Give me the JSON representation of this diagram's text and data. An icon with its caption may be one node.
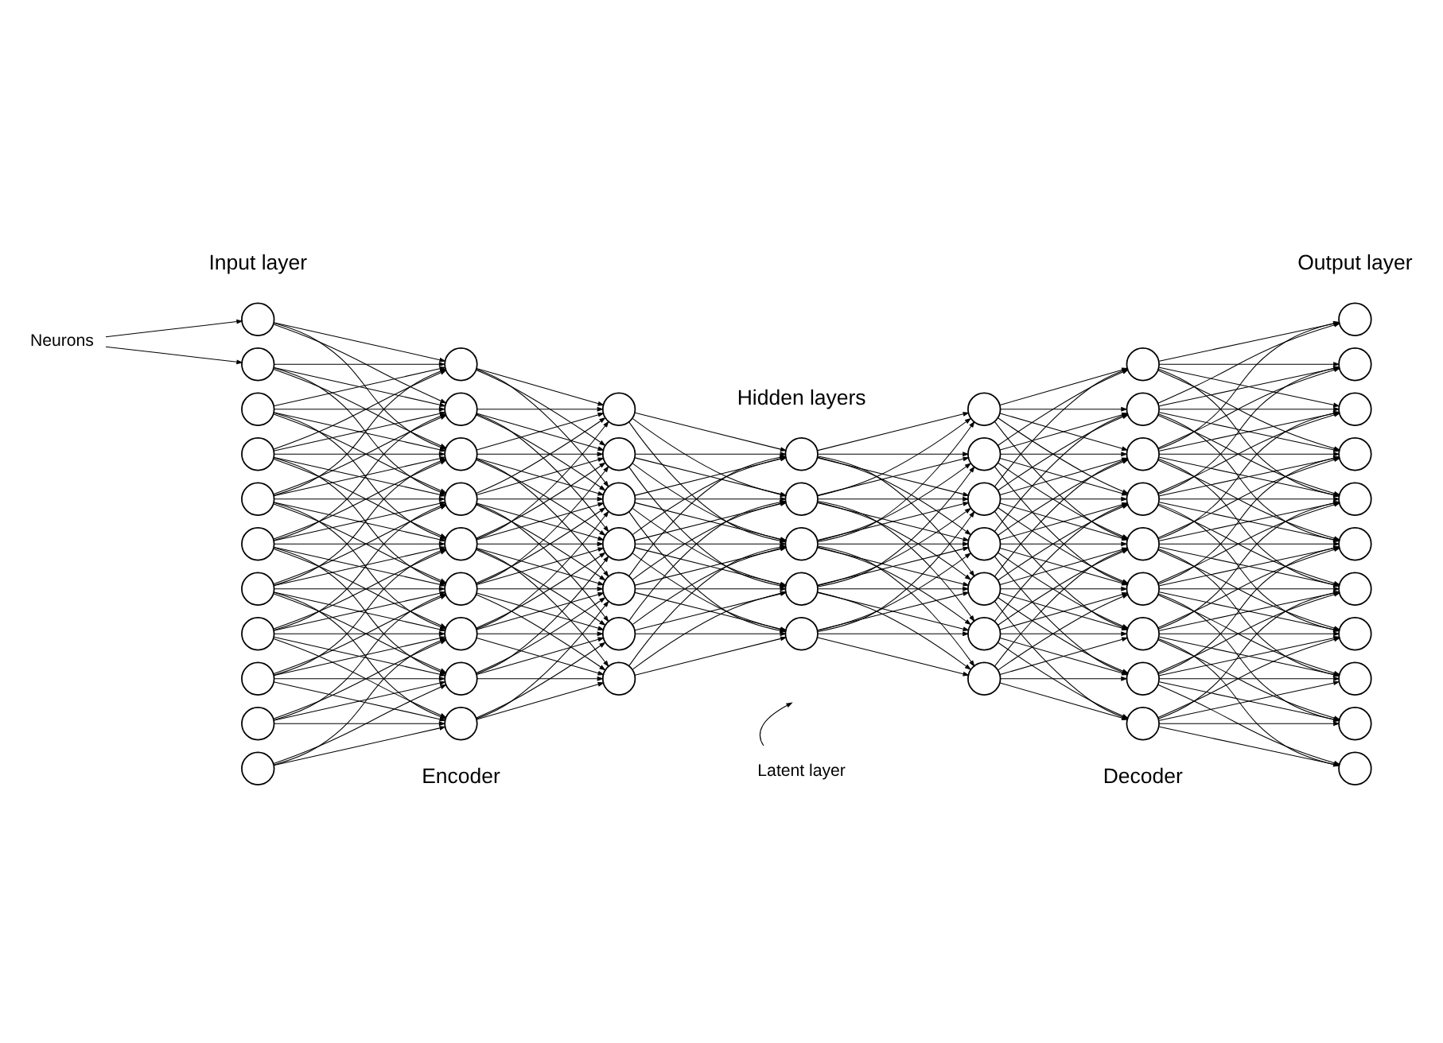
{
  "diagram": {
    "nodes": [
      {
        "text": [
          "Neurons"
        ]
      },
      {
        "text": [],
        "shape": "circle"
      },
      {
        "text": [],
        "shape": "circle"
      },
      {
        "text": [],
        "shape": "circle"
      },
      {
        "text": [],
        "shape": "circle"
      },
      {
        "text": [],
        "shape": "circle"
      },
      {
        "text": [],
        "shape": "circle"
      },
      {
        "text": [],
        "shape": "circle"
      },
      {
        "text": [],
        "shape": "circle"
      },
      {
        "text": [],
        "shape": "circle"
      },
      {
        "text": [],
        "shape": "circle"
      },
      {
        "text": [],
        "shape": "circle"
      },
      {
        "text": [],
        "shape": "circle"
      },
      {
        "text": [],
        "shape": "circle"
      },
      {
        "text": [],
        "shape": "circle"
      },
      {
        "text": [],
        "shape": "circle"
      },
      {
        "text": [],
        "shape": "circle"
      },
      {
        "text": [],
        "shape": "circle"
      },
      {
        "text": [],
        "shape": "circle"
      },
      {
        "text": [],
        "shape": "circle"
      },
      {
        "text": [],
        "shape": "circle"
      },
      {
        "text": [],
        "shape": "circle"
      },
      {
        "text": [],
        "shape": "circle"
      },
      {
        "text": [],
        "shape": "circle"
      },
      {
        "text": [],
        "shape": "circle"
      },
      {
        "text": [],
        "shape": "circle"
      },
      {
        "text": [],
        "shape": "circle"
      },
      {
        "text": [],
        "shape": "circle"
      },
      {
        "text": [],
        "shape": "circle"
      },
      {
        "text": [],
        "shape": "circle"
      },
      {
        "text": [],
        "shape": "circle"
      },
      {
        "text": [],
        "shape": "circle"
      },
      {
        "text": [],
        "shape": "circle"
      },
      {
        "text": [],
        "shape": "circle"
      },
      {
        "text": [],
        "shape": "circle"
      },
      {
        "text": [],
        "shape": "circle"
      },
      {
        "text": [],
        "shape": "circle"
      },
      {
        "text": [],
        "shape": "circle"
      },
      {
        "text": [],
        "shape": "circle"
      },
      {
        "text": [],
        "shape": "circle"
      },
      {
        "text": [],
        "shape": "circle"
      },
      {
        "text": [],
        "shape": "circle"
      },
      {
        "text": [],
        "shape": "circle"
      },
      {
        "text": [],
        "shape": "circle"
      },
      {
        "text": [],
        "shape": "circle"
      },
      {
        "text": [],
        "shape": "circle"
      },
      {
        "text": [],
        "shape": "circle"
      },
      {
        "text": [],
        "shape": "circle"
      },
      {
        "text": [],
        "shape": "circle"
      },
      {
        "text": [],
        "shape": "circle"
      },
      {
        "text": [],
        "shape": "circle"
      },
      {
        "text": [],
        "shape": "circle"
      },
      {
        "text": [],
        "shape": "circle"
      },
      {
        "text": [],
        "shape": "circle"
      },
      {
        "text": [],
        "shape": "circle"
      },
      {
        "text": [],
        "shape": "circle"
      },
      {
        "text": [],
        "shape": "circle"
      },
      {
        "text": [],
        "shape": "circle"
      },
      {
        "text": [],
        "shape": "circle"
      },
      {
        "text": [],
        "shape": "circle"
      },
      {
        "text": [
          "Latent layer"
        ]
      }
    ],
    "edges": [
      {
        "from": 0,
        "to": 1,
        "arrow": "to"
      },
      {
        "from": 0,
        "to": 2,
        "arrow": "to"
      },
      {
        "from": 1,
        "to": 12,
        "arrow": "to"
      },
      {
        "from": 1,
        "to": 13,
        "arrow": "to"
      },
      {
        "from": 1,
        "to": 14,
        "arrow": "to"
      },
      {
        "from": 2,
        "to": 12,
        "arrow": "to"
      },
      {
        "from": 2,
        "to": 13,
        "arrow": "to"
      },
      {
        "from": 2,
        "to": 14,
        "arrow": "to"
      },
      {
        "from": 2,
        "to": 15,
        "arrow": "to"
      },
      {
        "from": 3,
        "to": 12,
        "arrow": "to"
      },
      {
        "from": 3,
        "to": 13,
        "arrow": "to"
      },
      {
        "from": 3,
        "to": 14,
        "arrow": "to"
      },
      {
        "from": 3,
        "to": 15,
        "arrow": "to"
      },
      {
        "from": 3,
        "to": 16,
        "arrow": "to"
      },
      {
        "from": 4,
        "to": 12,
        "arrow": "to"
      },
      {
        "from": 4,
        "to": 13,
        "arrow": "to"
      },
      {
        "from": 4,
        "to": 14,
        "arrow": "to"
      },
      {
        "from": 4,
        "to": 15,
        "arrow": "to"
      },
      {
        "from": 4,
        "to": 16,
        "arrow": "to"
      },
      {
        "from": 4,
        "to": 17,
        "arrow": "to"
      },
      {
        "from": 5,
        "to": 12,
        "arrow": "to"
      },
      {
        "from": 5,
        "to": 13,
        "arrow": "to"
      },
      {
        "from": 5,
        "to": 14,
        "arrow": "to"
      },
      {
        "from": 5,
        "to": 15,
        "arrow": "to"
      },
      {
        "from": 5,
        "to": 16,
        "arrow": "to"
      },
      {
        "from": 5,
        "to": 17,
        "arrow": "to"
      },
      {
        "from": 5,
        "to": 18,
        "arrow": "to"
      },
      {
        "from": 6,
        "to": 13,
        "arrow": "to"
      },
      {
        "from": 6,
        "to": 14,
        "arrow": "to"
      },
      {
        "from": 6,
        "to": 15,
        "arrow": "to"
      },
      {
        "from": 6,
        "to": 16,
        "arrow": "to"
      },
      {
        "from": 6,
        "to": 17,
        "arrow": "to"
      },
      {
        "from": 6,
        "to": 18,
        "arrow": "to"
      },
      {
        "from": 6,
        "to": 19,
        "arrow": "to"
      },
      {
        "from": 7,
        "to": 14,
        "arrow": "to"
      },
      {
        "from": 7,
        "to": 15,
        "arrow": "to"
      },
      {
        "from": 7,
        "to": 16,
        "arrow": "to"
      },
      {
        "from": 7,
        "to": 17,
        "arrow": "to"
      },
      {
        "from": 7,
        "to": 18,
        "arrow": "to"
      },
      {
        "from": 7,
        "to": 19,
        "arrow": "to"
      },
      {
        "from": 7,
        "to": 20,
        "arrow": "to"
      },
      {
        "from": 8,
        "to": 15,
        "arrow": "to"
      },
      {
        "from": 8,
        "to": 16,
        "arrow": "to"
      },
      {
        "from": 8,
        "to": 17,
        "arrow": "to"
      },
      {
        "from": 8,
        "to": 18,
        "arrow": "to"
      },
      {
        "from": 8,
        "to": 19,
        "arrow": "to"
      },
      {
        "from": 8,
        "to": 20,
        "arrow": "to"
      },
      {
        "from": 9,
        "to": 16,
        "arrow": "to"
      },
      {
        "from": 9,
        "to": 17,
        "arrow": "to"
      },
      {
        "from": 9,
        "to": 18,
        "arrow": "to"
      },
      {
        "from": 9,
        "to": 19,
        "arrow": "to"
      },
      {
        "from": 9,
        "to": 20,
        "arrow": "to"
      },
      {
        "from": 10,
        "to": 17,
        "arrow": "to"
      },
      {
        "from": 10,
        "to": 18,
        "arrow": "to"
      },
      {
        "from": 10,
        "to": 19,
        "arrow": "to"
      },
      {
        "from": 10,
        "to": 20,
        "arrow": "to"
      },
      {
        "from": 11,
        "to": 18,
        "arrow": "to"
      },
      {
        "from": 11,
        "to": 19,
        "arrow": "to"
      },
      {
        "from": 11,
        "to": 20,
        "arrow": "to"
      },
      {
        "from": 12,
        "to": 21,
        "arrow": "to"
      },
      {
        "from": 12,
        "to": 22,
        "arrow": "to"
      },
      {
        "from": 12,
        "to": 23,
        "arrow": "to"
      },
      {
        "from": 13,
        "to": 21,
        "arrow": "to"
      },
      {
        "from": 13,
        "to": 22,
        "arrow": "to"
      },
      {
        "from": 13,
        "to": 23,
        "arrow": "to"
      },
      {
        "from": 13,
        "to": 24,
        "arrow": "to"
      },
      {
        "from": 14,
        "to": 21,
        "arrow": "to"
      },
      {
        "from": 14,
        "to": 22,
        "arrow": "to"
      },
      {
        "from": 14,
        "to": 23,
        "arrow": "to"
      },
      {
        "from": 14,
        "to": 24,
        "arrow": "to"
      },
      {
        "from": 14,
        "to": 25,
        "arrow": "to"
      },
      {
        "from": 15,
        "to": 21,
        "arrow": "to"
      },
      {
        "from": 15,
        "to": 22,
        "arrow": "to"
      },
      {
        "from": 15,
        "to": 23,
        "arrow": "to"
      },
      {
        "from": 15,
        "to": 24,
        "arrow": "to"
      },
      {
        "from": 15,
        "to": 25,
        "arrow": "to"
      },
      {
        "from": 15,
        "to": 26,
        "arrow": "to"
      },
      {
        "from": 16,
        "to": 21,
        "arrow": "to"
      },
      {
        "from": 16,
        "to": 22,
        "arrow": "to"
      },
      {
        "from": 16,
        "to": 23,
        "arrow": "to"
      },
      {
        "from": 16,
        "to": 24,
        "arrow": "to"
      },
      {
        "from": 16,
        "to": 25,
        "arrow": "to"
      },
      {
        "from": 16,
        "to": 26,
        "arrow": "to"
      },
      {
        "from": 16,
        "to": 27,
        "arrow": "to"
      },
      {
        "from": 17,
        "to": 22,
        "arrow": "to"
      },
      {
        "from": 17,
        "to": 23,
        "arrow": "to"
      },
      {
        "from": 17,
        "to": 24,
        "arrow": "to"
      },
      {
        "from": 17,
        "to": 25,
        "arrow": "to"
      },
      {
        "from": 17,
        "to": 26,
        "arrow": "to"
      },
      {
        "from": 17,
        "to": 27,
        "arrow": "to"
      },
      {
        "from": 18,
        "to": 23,
        "arrow": "to"
      },
      {
        "from": 18,
        "to": 24,
        "arrow": "to"
      },
      {
        "from": 18,
        "to": 25,
        "arrow": "to"
      },
      {
        "from": 18,
        "to": 26,
        "arrow": "to"
      },
      {
        "from": 18,
        "to": 27,
        "arrow": "to"
      },
      {
        "from": 19,
        "to": 24,
        "arrow": "to"
      },
      {
        "from": 19,
        "to": 25,
        "arrow": "to"
      },
      {
        "from": 19,
        "to": 26,
        "arrow": "to"
      },
      {
        "from": 19,
        "to": 27,
        "arrow": "to"
      },
      {
        "from": 20,
        "to": 25,
        "arrow": "to"
      },
      {
        "from": 20,
        "to": 26,
        "arrow": "to"
      },
      {
        "from": 20,
        "to": 27,
        "arrow": "to"
      },
      {
        "from": 21,
        "to": 28,
        "arrow": "to"
      },
      {
        "from": 21,
        "to": 29,
        "arrow": "to"
      },
      {
        "from": 21,
        "to": 30,
        "arrow": "to"
      },
      {
        "from": 22,
        "to": 28,
        "arrow": "to"
      },
      {
        "from": 22,
        "to": 29,
        "arrow": "to"
      },
      {
        "from": 22,
        "to": 30,
        "arrow": "to"
      },
      {
        "from": 22,
        "to": 31,
        "arrow": "to"
      },
      {
        "from": 23,
        "to": 28,
        "arrow": "to"
      },
      {
        "from": 23,
        "to": 29,
        "arrow": "to"
      },
      {
        "from": 23,
        "to": 30,
        "arrow": "to"
      },
      {
        "from": 23,
        "to": 31,
        "arrow": "to"
      },
      {
        "from": 23,
        "to": 32,
        "arrow": "to"
      },
      {
        "from": 24,
        "to": 28,
        "arrow": "to"
      },
      {
        "from": 24,
        "to": 29,
        "arrow": "to"
      },
      {
        "from": 24,
        "to": 30,
        "arrow": "to"
      },
      {
        "from": 24,
        "to": 31,
        "arrow": "to"
      },
      {
        "from": 24,
        "to": 32,
        "arrow": "to"
      },
      {
        "from": 25,
        "to": 28,
        "arrow": "to"
      },
      {
        "from": 25,
        "to": 29,
        "arrow": "to"
      },
      {
        "from": 25,
        "to": 30,
        "arrow": "to"
      },
      {
        "from": 25,
        "to": 31,
        "arrow": "to"
      },
      {
        "from": 25,
        "to": 32,
        "arrow": "to"
      },
      {
        "from": 26,
        "to": 29,
        "arrow": "to"
      },
      {
        "from": 26,
        "to": 30,
        "arrow": "to"
      },
      {
        "from": 26,
        "to": 31,
        "arrow": "to"
      },
      {
        "from": 26,
        "to": 32,
        "arrow": "to"
      },
      {
        "from": 27,
        "to": 30,
        "arrow": "to"
      },
      {
        "from": 27,
        "to": 31,
        "arrow": "to"
      },
      {
        "from": 27,
        "to": 32,
        "arrow": "to"
      },
      {
        "from": 28,
        "to": 33,
        "arrow": "to"
      },
      {
        "from": 28,
        "to": 34,
        "arrow": "to"
      },
      {
        "from": 28,
        "to": 35,
        "arrow": "to"
      },
      {
        "from": 28,
        "to": 36,
        "arrow": "to"
      },
      {
        "from": 28,
        "to": 37,
        "arrow": "to"
      },
      {
        "from": 29,
        "to": 33,
        "arrow": "to"
      },
      {
        "from": 29,
        "to": 34,
        "arrow": "to"
      },
      {
        "from": 29,
        "to": 35,
        "arrow": "to"
      },
      {
        "from": 29,
        "to": 36,
        "arrow": "to"
      },
      {
        "from": 29,
        "to": 37,
        "arrow": "to"
      },
      {
        "from": 29,
        "to": 38,
        "arrow": "to"
      },
      {
        "from": 30,
        "to": 33,
        "arrow": "to"
      },
      {
        "from": 30,
        "to": 34,
        "arrow": "to"
      },
      {
        "from": 30,
        "to": 35,
        "arrow": "to"
      },
      {
        "from": 30,
        "to": 36,
        "arrow": "to"
      },
      {
        "from": 30,
        "to": 37,
        "arrow": "to"
      },
      {
        "from": 30,
        "to": 38,
        "arrow": "to"
      },
      {
        "from": 30,
        "to": 39,
        "arrow": "to"
      },
      {
        "from": 31,
        "to": 34,
        "arrow": "to"
      },
      {
        "from": 31,
        "to": 35,
        "arrow": "to"
      },
      {
        "from": 31,
        "to": 36,
        "arrow": "to"
      },
      {
        "from": 31,
        "to": 37,
        "arrow": "to"
      },
      {
        "from": 31,
        "to": 38,
        "arrow": "to"
      },
      {
        "from": 31,
        "to": 39,
        "arrow": "to"
      },
      {
        "from": 32,
        "to": 35,
        "arrow": "to"
      },
      {
        "from": 32,
        "to": 36,
        "arrow": "to"
      },
      {
        "from": 32,
        "to": 37,
        "arrow": "to"
      },
      {
        "from": 32,
        "to": 38,
        "arrow": "to"
      },
      {
        "from": 32,
        "to": 39,
        "arrow": "to"
      },
      {
        "from": 33,
        "to": 40,
        "arrow": "to"
      },
      {
        "from": 33,
        "to": 41,
        "arrow": "to"
      },
      {
        "from": 33,
        "to": 42,
        "arrow": "to"
      },
      {
        "from": 33,
        "to": 43,
        "arrow": "to"
      },
      {
        "from": 33,
        "to": 44,
        "arrow": "to"
      },
      {
        "from": 34,
        "to": 40,
        "arrow": "to"
      },
      {
        "from": 34,
        "to": 41,
        "arrow": "to"
      },
      {
        "from": 34,
        "to": 42,
        "arrow": "to"
      },
      {
        "from": 34,
        "to": 43,
        "arrow": "to"
      },
      {
        "from": 34,
        "to": 44,
        "arrow": "to"
      },
      {
        "from": 34,
        "to": 45,
        "arrow": "to"
      },
      {
        "from": 35,
        "to": 40,
        "arrow": "to"
      },
      {
        "from": 35,
        "to": 41,
        "arrow": "to"
      },
      {
        "from": 35,
        "to": 42,
        "arrow": "to"
      },
      {
        "from": 35,
        "to": 43,
        "arrow": "to"
      },
      {
        "from": 35,
        "to": 44,
        "arrow": "to"
      },
      {
        "from": 35,
        "to": 45,
        "arrow": "to"
      },
      {
        "from": 35,
        "to": 46,
        "arrow": "to"
      },
      {
        "from": 36,
        "to": 41,
        "arrow": "to"
      },
      {
        "from": 36,
        "to": 42,
        "arrow": "to"
      },
      {
        "from": 36,
        "to": 43,
        "arrow": "to"
      },
      {
        "from": 36,
        "to": 44,
        "arrow": "to"
      },
      {
        "from": 36,
        "to": 45,
        "arrow": "to"
      },
      {
        "from": 36,
        "to": 46,
        "arrow": "to"
      },
      {
        "from": 36,
        "to": 47,
        "arrow": "to"
      },
      {
        "from": 37,
        "to": 42,
        "arrow": "to"
      },
      {
        "from": 37,
        "to": 43,
        "arrow": "to"
      },
      {
        "from": 37,
        "to": 44,
        "arrow": "to"
      },
      {
        "from": 37,
        "to": 45,
        "arrow": "to"
      },
      {
        "from": 37,
        "to": 46,
        "arrow": "to"
      },
      {
        "from": 37,
        "to": 47,
        "arrow": "to"
      },
      {
        "from": 37,
        "to": 48,
        "arrow": "to"
      },
      {
        "from": 38,
        "to": 43,
        "arrow": "to"
      },
      {
        "from": 38,
        "to": 44,
        "arrow": "to"
      },
      {
        "from": 38,
        "to": 45,
        "arrow": "to"
      },
      {
        "from": 38,
        "to": 46,
        "arrow": "to"
      },
      {
        "from": 38,
        "to": 47,
        "arrow": "to"
      },
      {
        "from": 38,
        "to": 48,
        "arrow": "to"
      },
      {
        "from": 39,
        "to": 44,
        "arrow": "to"
      },
      {
        "from": 39,
        "to": 45,
        "arrow": "to"
      },
      {
        "from": 39,
        "to": 46,
        "arrow": "to"
      },
      {
        "from": 39,
        "to": 47,
        "arrow": "to"
      },
      {
        "from": 39,
        "to": 48,
        "arrow": "to"
      },
      {
        "from": 40,
        "to": 49,
        "arrow": "to"
      },
      {
        "from": 40,
        "to": 50,
        "arrow": "to"
      },
      {
        "from": 40,
        "to": 51,
        "arrow": "to"
      },
      {
        "from": 40,
        "to": 52,
        "arrow": "to"
      },
      {
        "from": 40,
        "to": 53,
        "arrow": "to"
      },
      {
        "from": 41,
        "to": 49,
        "arrow": "to"
      },
      {
        "from": 41,
        "to": 50,
        "arrow": "to"
      },
      {
        "from": 41,
        "to": 51,
        "arrow": "to"
      },
      {
        "from": 41,
        "to": 52,
        "arrow": "to"
      },
      {
        "from": 41,
        "to": 53,
        "arrow": "to"
      },
      {
        "from": 41,
        "to": 54,
        "arrow": "to"
      },
      {
        "from": 42,
        "to": 49,
        "arrow": "to"
      },
      {
        "from": 42,
        "to": 50,
        "arrow": "to"
      },
      {
        "from": 42,
        "to": 51,
        "arrow": "to"
      },
      {
        "from": 42,
        "to": 52,
        "arrow": "to"
      },
      {
        "from": 42,
        "to": 53,
        "arrow": "to"
      },
      {
        "from": 42,
        "to": 54,
        "arrow": "to"
      },
      {
        "from": 42,
        "to": 55,
        "arrow": "to"
      },
      {
        "from": 43,
        "to": 50,
        "arrow": "to"
      },
      {
        "from": 43,
        "to": 51,
        "arrow": "to"
      },
      {
        "from": 43,
        "to": 52,
        "arrow": "to"
      },
      {
        "from": 43,
        "to": 53,
        "arrow": "to"
      },
      {
        "from": 43,
        "to": 54,
        "arrow": "to"
      },
      {
        "from": 43,
        "to": 55,
        "arrow": "to"
      },
      {
        "from": 43,
        "to": 56,
        "arrow": "to"
      },
      {
        "from": 44,
        "to": 51,
        "arrow": "to"
      },
      {
        "from": 44,
        "to": 52,
        "arrow": "to"
      },
      {
        "from": 44,
        "to": 53,
        "arrow": "to"
      },
      {
        "from": 44,
        "to": 54,
        "arrow": "to"
      },
      {
        "from": 44,
        "to": 55,
        "arrow": "to"
      },
      {
        "from": 44,
        "to": 56,
        "arrow": "to"
      },
      {
        "from": 44,
        "to": 57,
        "arrow": "to"
      },
      {
        "from": 45,
        "to": 52,
        "arrow": "to"
      },
      {
        "from": 45,
        "to": 53,
        "arrow": "to"
      },
      {
        "from": 45,
        "to": 54,
        "arrow": "to"
      },
      {
        "from": 45,
        "to": 55,
        "arrow": "to"
      },
      {
        "from": 45,
        "to": 56,
        "arrow": "to"
      },
      {
        "from": 45,
        "to": 57,
        "arrow": "to"
      },
      {
        "from": 45,
        "to": 58,
        "arrow": "to"
      },
      {
        "from": 46,
        "to": 53,
        "arrow": "to"
      },
      {
        "from": 46,
        "to": 54,
        "arrow": "to"
      },
      {
        "from": 46,
        "to": 55,
        "arrow": "to"
      },
      {
        "from": 46,
        "to": 56,
        "arrow": "to"
      },
      {
        "from": 46,
        "to": 57,
        "arrow": "to"
      },
      {
        "from": 46,
        "to": 58,
        "arrow": "to"
      },
      {
        "from": 46,
        "to": 59,
        "arrow": "to"
      },
      {
        "from": 47,
        "to": 54,
        "arrow": "to"
      },
      {
        "from": 47,
        "to": 55,
        "arrow": "to"
      },
      {
        "from": 47,
        "to": 56,
        "arrow": "to"
      },
      {
        "from": 47,
        "to": 57,
        "arrow": "to"
      },
      {
        "from": 47,
        "to": 58,
        "arrow": "to"
      },
      {
        "from": 47,
        "to": 59,
        "arrow": "to"
      },
      {
        "from": 48,
        "to": 55,
        "arrow": "to"
      },
      {
        "from": 48,
        "to": 56,
        "arrow": "to"
      },
      {
        "from": 48,
        "to": 57,
        "arrow": "to"
      },
      {
        "from": 48,
        "to": 58,
        "arrow": "to"
      },
      {
        "from": 48,
        "to": 59,
        "arrow": "to"
      },
      {
        "from": 60,
        "to": null,
        "arrow": "to"
      }
    ],
    "labels": [
      "Input layer",
      "Hidden layers",
      "Output layer",
      "Encoder",
      "Decoder"
    ]
  }
}
